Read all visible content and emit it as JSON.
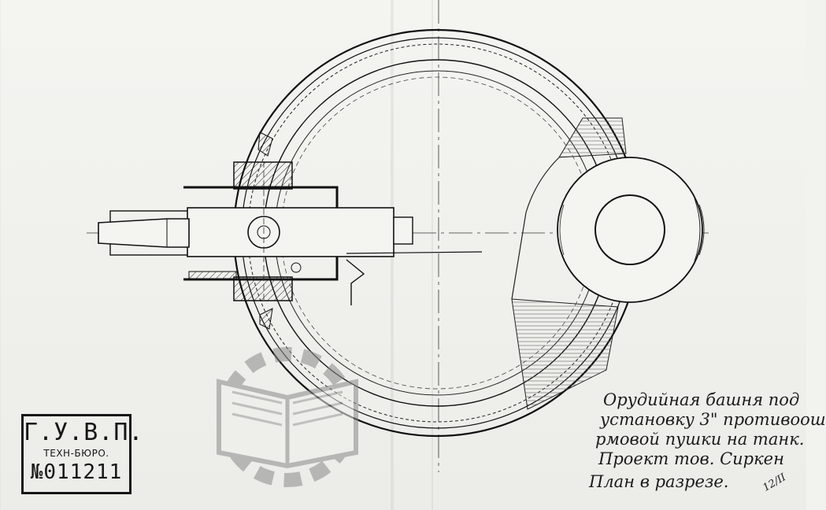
{
  "stamp": {
    "org": "Г.У.В.П.",
    "dept": "ТЕХН-БЮРО.",
    "number": "№011211"
  },
  "caption": {
    "line1": "Орудийная башня под",
    "line2": "установку 3\" противоош",
    "line3": "рмовой пушки на танк.",
    "line4": "Проект тов. Сиркен",
    "line5": "План в разрезе."
  },
  "signature": {
    "date": "12/II"
  },
  "watermark": {
    "icon": "book-in-gear-icon",
    "color": "#9a9a9a"
  },
  "colors": {
    "paper": "#f2f2ef",
    "ink": "#161616"
  }
}
